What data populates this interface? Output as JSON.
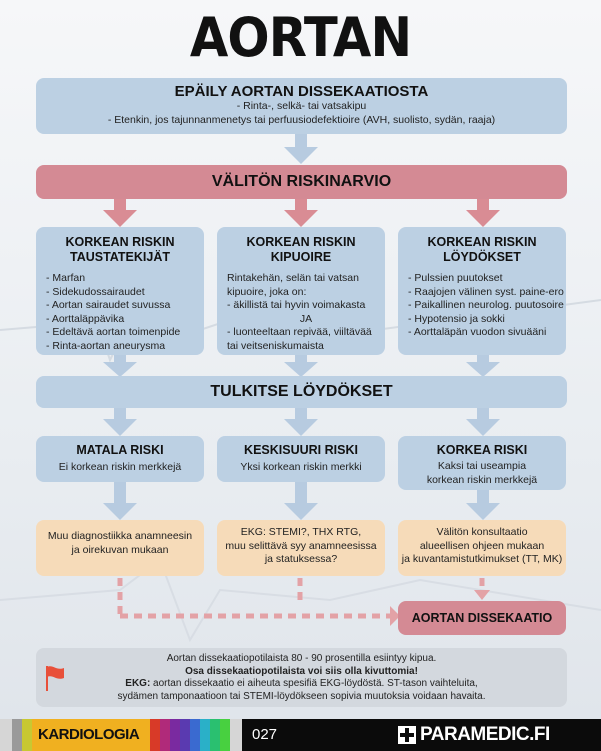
{
  "title": "AORTAN DISSEKAATIO",
  "suspicion": {
    "heading": "EPÄILY AORTAN DISSEKAATIOSTA",
    "line1": "- Rinta-, selkä- tai vatsakipu",
    "line2": "- Etenkin, jos tajunnanmenetys tai perfuusiodefektioire (AVH, suolisto, sydän, raaja)"
  },
  "risk_assessment": "VÄLITÖN RISKINARVIO",
  "columns": [
    {
      "heading": "KORKEAN RISKIN\nTAUSTATEKIJÄT",
      "lines": [
        "- Marfan",
        "- Sidekudossairaudet",
        "- Aortan sairaudet suvussa",
        "- Aorttaläppävika",
        "- Edeltävä aortan toimenpide",
        "- Rinta-aortan aneurysma"
      ]
    },
    {
      "heading": "KORKEAN RISKIN\nKIPUOIRE",
      "lines": [
        "Rintakehän, selän tai vatsan",
        "kipuoire, joka on:",
        "- äkillistä tai hyvin voimakasta",
        "JA",
        "- luonteeltaan repivää, viiltävää",
        "tai veitseniskumaista"
      ]
    },
    {
      "heading": "KORKEAN RISKIN\nLÖYDÖKSET",
      "lines": [
        "- Pulssien puutokset",
        "- Raajojen välinen syst. paine-ero",
        "- Paikallinen neurolog. puutosoire",
        "- Hypotensio ja sokki",
        "- Aorttaläpän vuodon sivuääni"
      ]
    }
  ],
  "interpret": "TULKITSE LÖYDÖKSET",
  "levels": [
    {
      "heading": "MATALA RISKI",
      "text": "Ei korkean riskin merkkejä"
    },
    {
      "heading": "KESKISUURI RISKI",
      "text": "Yksi korkean riskin merkki"
    },
    {
      "heading": "KORKEA RISKI",
      "text": "Kaksi tai useampia\nkorkean riskin merkkejä"
    }
  ],
  "actions": [
    "Muu diagnostiikka anamneesin\nja oirekuvan mukaan",
    "EKG: STEMI?, THX RTG,\nmuu selittävä syy anamneesissa\nja statuksessa?",
    "Välitön konsultaatio\nalueellisen ohjeen mukaan\nja kuvantamistutkimukset (TT, MK)"
  ],
  "result": "AORTAN DISSEKAATIO",
  "note": {
    "line1": "Aortan dissekaatiopotilaista 80 - 90 prosentilla esiintyy kipua.",
    "line2_bold": "Osa dissekaatiopotilaista voi siis olla kivuttomia!",
    "line3_bold": "EKG:",
    "line3_rest": " aortan dissekaatio ei aiheuta spesifiä EKG-löydöstä. ST-tason vaihteluita,",
    "line4": "sydämen tamponaatioon tai STEMI-löydökseen sopivia muutoksia voidaan havaita."
  },
  "footer": {
    "category": "KARDIOLOGIA",
    "number": "027",
    "brand": "PARAMEDIC.FI"
  },
  "colors": {
    "blue": "#bcd0e3",
    "red": "#d48a94",
    "tan": "#f6dbb9",
    "arrow_blue": "#b7cbe0",
    "arrow_red": "#d98c94"
  },
  "icons": [
    "red-flag-icon",
    "paramedic-logo-icon"
  ]
}
